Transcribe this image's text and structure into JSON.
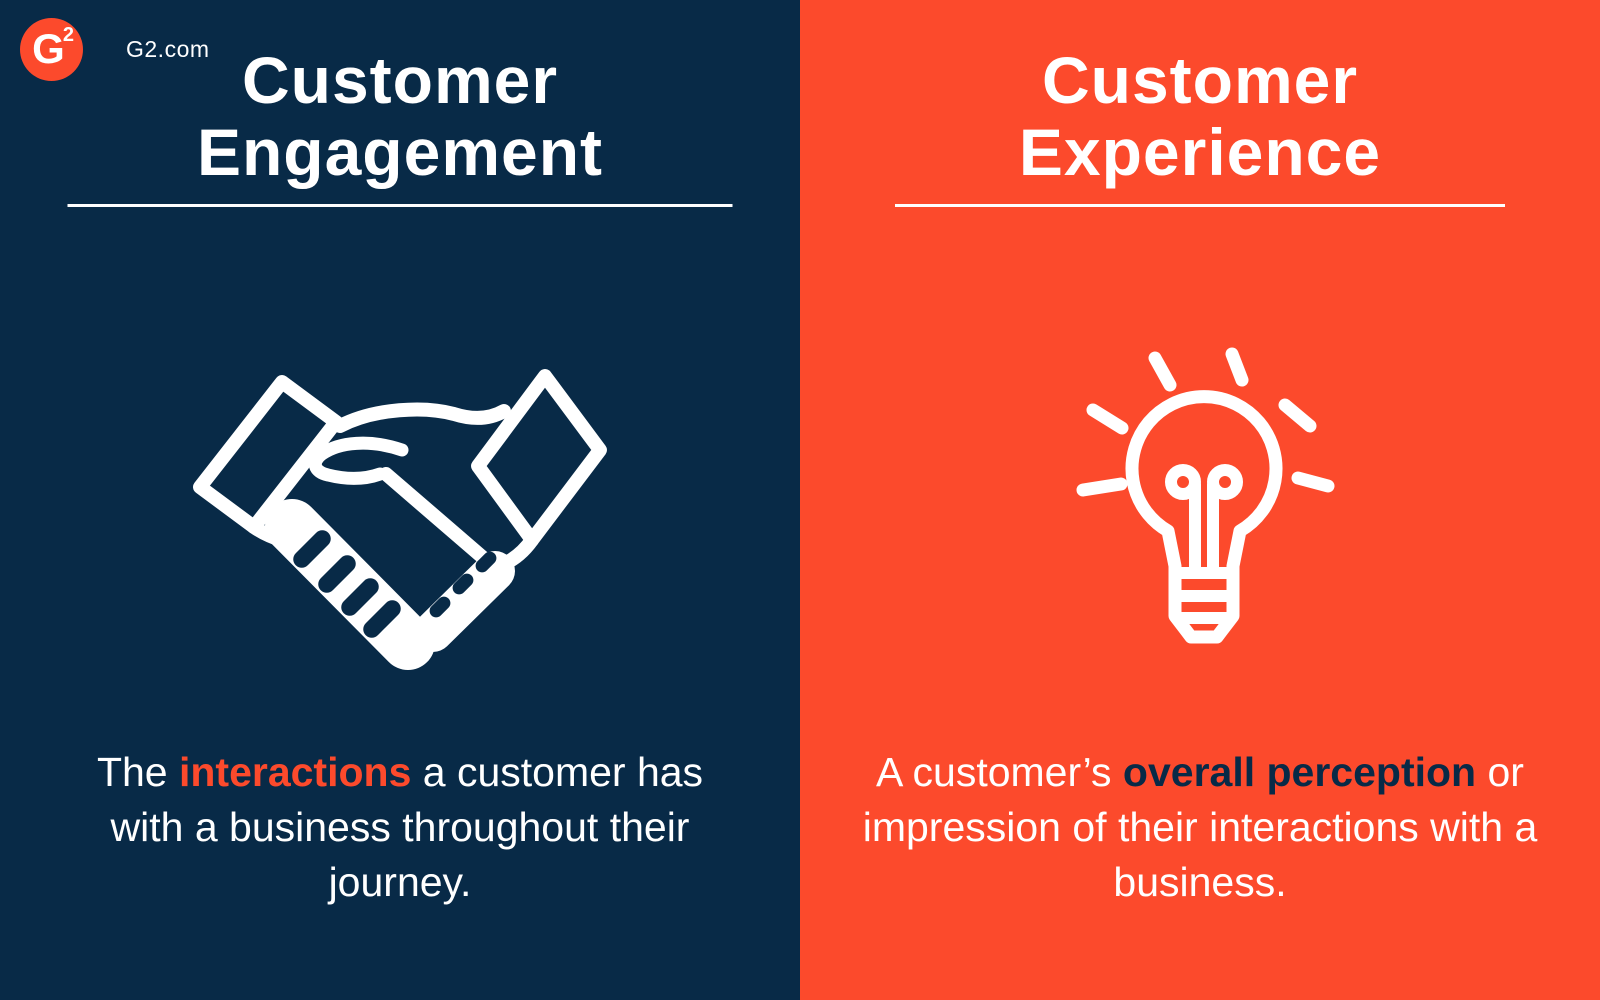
{
  "colors": {
    "navy": "#082A47",
    "orange": "#FC4A2C",
    "white": "#FFFFFF"
  },
  "branding": {
    "site_label": "G2.com",
    "logo_letter": "G",
    "logo_superscript": "2"
  },
  "icons": {
    "left": "handshake-icon",
    "right": "lightbulb-icon"
  },
  "left_panel": {
    "title": "Customer\nEngagement",
    "description": {
      "segments": [
        {
          "style": "normal",
          "text": "The "
        },
        {
          "style": "accent-orange",
          "text": "interactions"
        },
        {
          "style": "normal",
          "text": " a customer has\nwith a business throughout their\njourney."
        }
      ]
    }
  },
  "right_panel": {
    "title": "Customer\nExperience",
    "description": {
      "segments": [
        {
          "style": "normal",
          "text": "A customer’s "
        },
        {
          "style": "accent-navy",
          "text": "overall perception"
        },
        {
          "style": "normal",
          "text": " or\nimpression of their interactions with a\nbusiness."
        }
      ]
    }
  }
}
